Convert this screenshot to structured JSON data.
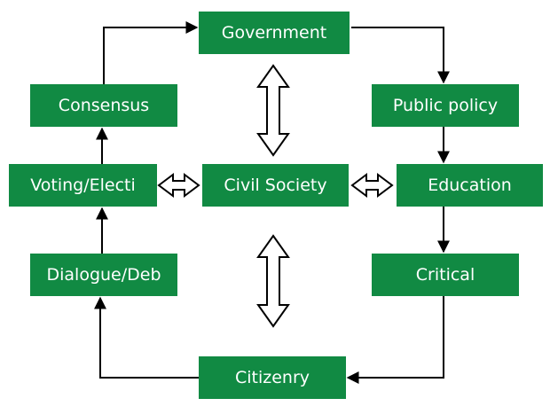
{
  "nodes": {
    "government": "Government",
    "consensus": "Consensus",
    "public_policy": "Public policy",
    "voting": "Voting/Electi",
    "civil_society": "Civil Society",
    "education": "Education",
    "dialogue": "Dialogue/Deb",
    "critical": "Critical",
    "citizenry": "Citizenry"
  },
  "colors": {
    "node_fill": "#118a43",
    "node_text": "#ffffff",
    "line": "#000000",
    "double_arrow_fill": "#ffffff"
  }
}
